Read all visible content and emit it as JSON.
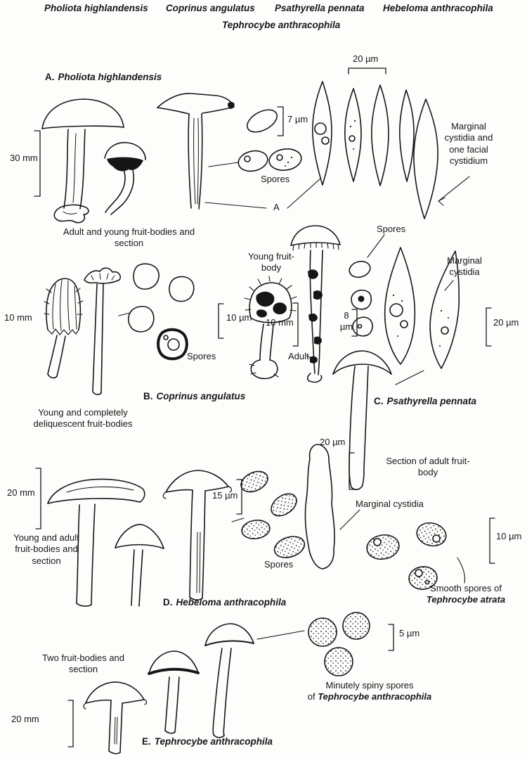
{
  "page": {
    "background": "#fdfdfb",
    "ink": "#161616"
  },
  "header": {
    "row1": [
      "Pholiota highlandensis",
      "Coprinus angulatus",
      "Psathyrella pennata",
      "Hebeloma anthracophila"
    ],
    "row2": "Tephrocybe anthracophila"
  },
  "figures": {
    "a": {
      "letter": "A.",
      "species": "Pholiota highlandensis",
      "scale_bar_top": "20 µm",
      "scale_spores": "7 µm",
      "scale_body": "30 mm",
      "spores_label": "Spores",
      "pointer_letter": "A",
      "cystidia_note": "Marginal cystidia and one facial cystidium",
      "caption": "Adult and young fruit-bodies and section"
    },
    "b": {
      "letter": "B.",
      "species": "Coprinus angulatus",
      "scale_body": "10 mm",
      "scale_spores": "10 µm",
      "spores_label": "Spores",
      "caption": "Young and completely deliquescent fruit-bodies"
    },
    "c": {
      "letter": "C.",
      "species": "Psathyrella pennata",
      "spores_label": "Spores",
      "young_label": "Young fruit-body",
      "adult_label": "Adult",
      "scale_body": "10 mm",
      "scale_spores": "8 µm",
      "cystidia_label": "Marginal cystidia",
      "scale_cystidia": "20 µm",
      "scale_section": "20 µm",
      "section_caption": "Section of adult fruit-body"
    },
    "d": {
      "letter": "D.",
      "species": "Hebeloma anthracophila",
      "scale_body": "20 mm",
      "scale_spores": "15 µm",
      "spores_label": "Spores",
      "cystidia_label": "Marginal cystidia",
      "scale_atrata": "10 µm",
      "atrata_caption_line1": "Smooth spores of",
      "atrata_species": "Tephrocybe atrata",
      "caption": "Young and adult fruit-bodies and section"
    },
    "e": {
      "letter": "E.",
      "species": "Tephrocybe anthracophila",
      "caption": "Two fruit-bodies and section",
      "scale_body": "20 mm",
      "scale_spores": "5 µm",
      "spores_caption_line1": "Minutely spiny spores",
      "spores_caption_prefix": "of",
      "spores_species": "Tephrocybe anthracophila"
    }
  }
}
